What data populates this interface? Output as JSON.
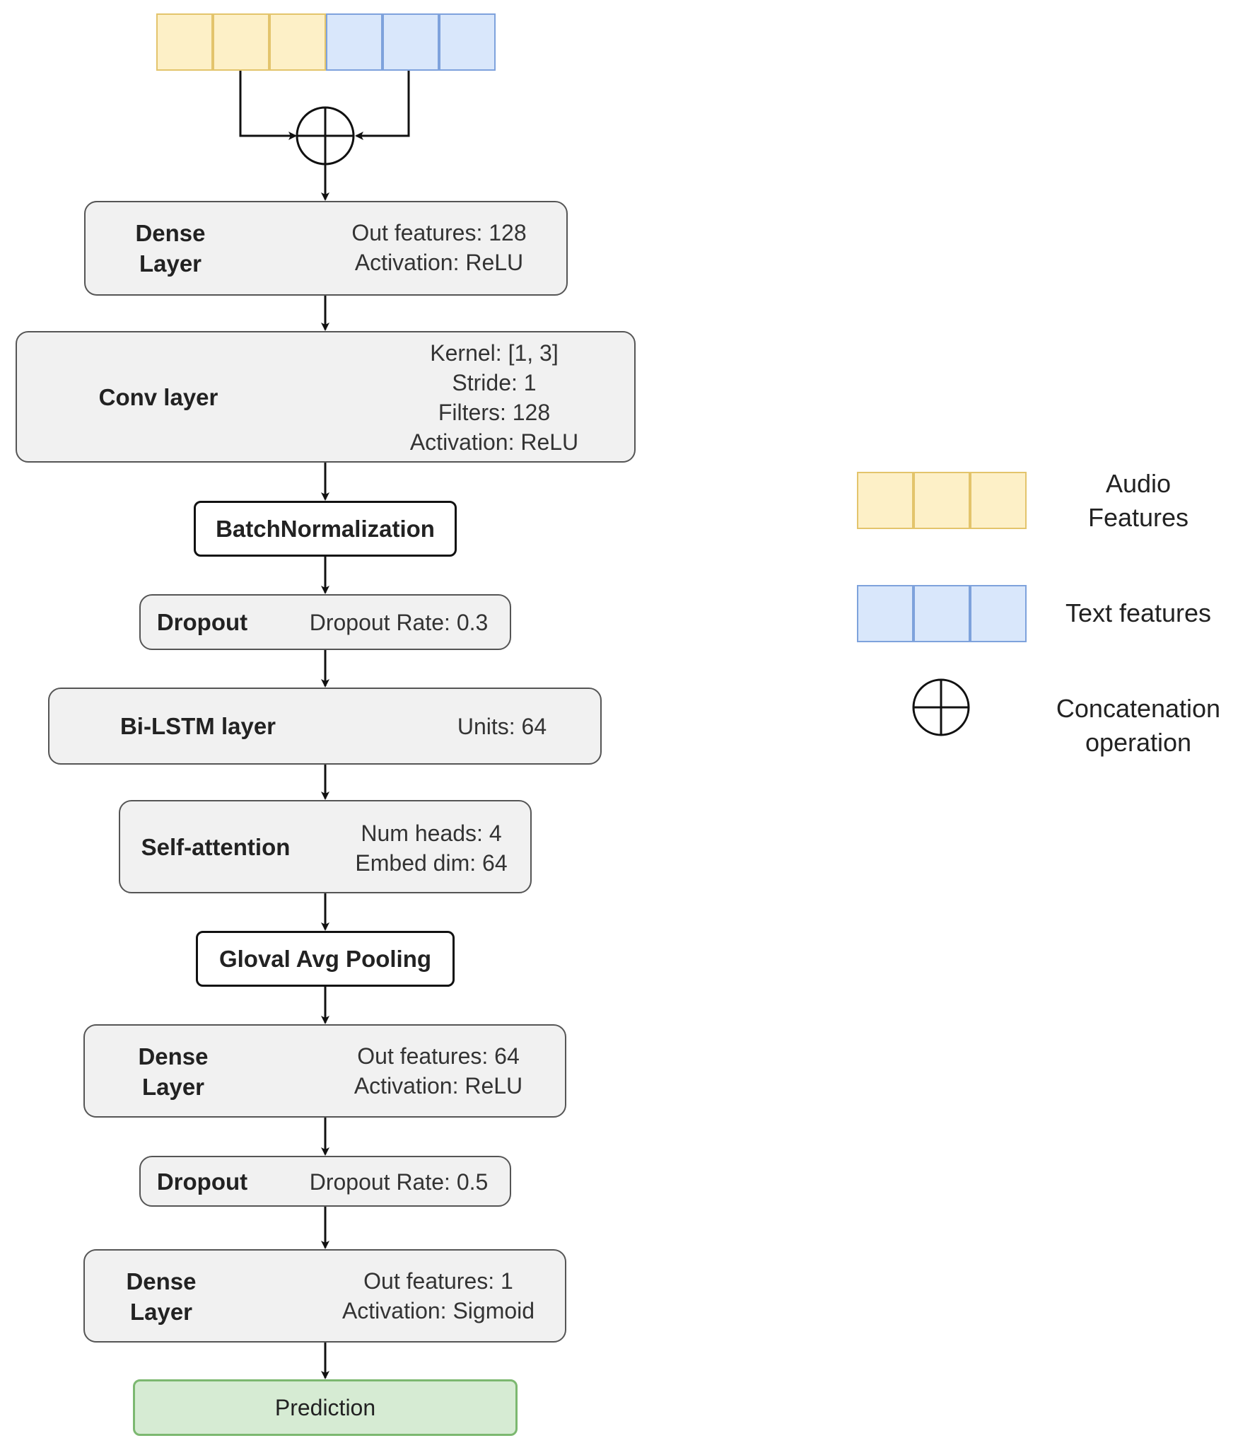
{
  "layers": {
    "dense1": {
      "name_line1": "Dense",
      "name_line2": "Layer",
      "param1": "Out features: 128",
      "param2": "Activation: ReLU"
    },
    "conv": {
      "name": "Conv layer",
      "param1": "Kernel: [1, 3]",
      "param2": "Stride: 1",
      "param3": "Filters: 128",
      "param4": "Activation: ReLU"
    },
    "batchnorm": {
      "name": "BatchNormalization"
    },
    "dropout1": {
      "name": "Dropout",
      "param1": "Dropout Rate: 0.3"
    },
    "bilstm": {
      "name": "Bi-LSTM layer",
      "param1": "Units: 64"
    },
    "attention": {
      "name": "Self-attention",
      "param1": "Num heads: 4",
      "param2": "Embed dim: 64"
    },
    "pooling": {
      "name": "Gloval Avg Pooling"
    },
    "dense2": {
      "name_line1": "Dense",
      "name_line2": "Layer",
      "param1": "Out features: 64",
      "param2": "Activation: ReLU"
    },
    "dropout2": {
      "name": "Dropout",
      "param1": "Dropout Rate: 0.5"
    },
    "dense3": {
      "name_line1": "Dense",
      "name_line2": "Layer",
      "param1": "Out features: 1",
      "param2": "Activation: Sigmoid"
    },
    "prediction": {
      "name": "Prediction"
    }
  },
  "legend": {
    "audio": {
      "line1": "Audio",
      "line2": "Features"
    },
    "text": {
      "label": "Text features"
    },
    "concat": {
      "line1": "Concatenation",
      "line2": "operation"
    }
  },
  "colors": {
    "audio_fill": "#fdf0c7",
    "audio_border": "#e3c46c",
    "text_fill": "#d9e7fb",
    "text_border": "#7ea2dc",
    "prediction_fill": "#d6ebd3",
    "prediction_border": "#7cb870",
    "layer_fill": "#f1f1f1"
  }
}
